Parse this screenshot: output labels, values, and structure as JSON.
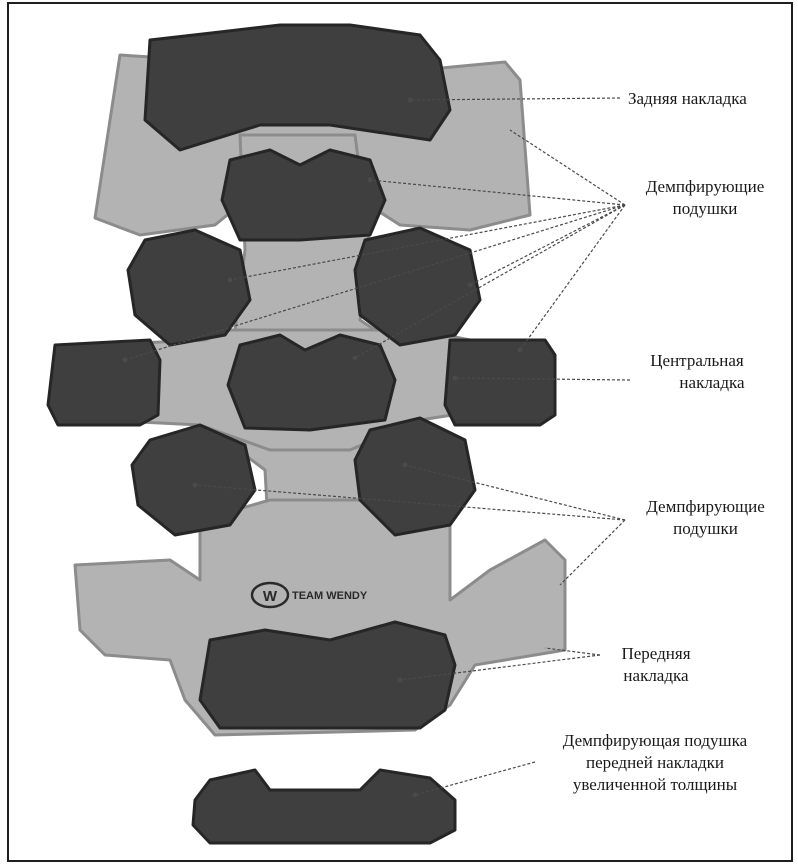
{
  "labels": {
    "rear_pad": "Задняя накладка",
    "damping_top": [
      "Демпфирующие",
      "подушки"
    ],
    "central_pad": [
      "Центральная",
      "накладка"
    ],
    "damping_bottom": [
      "Демпфирующие",
      "подушки"
    ],
    "front_pad": [
      "Передняя",
      "накладка"
    ],
    "front_thick": [
      "Демпфирующая подушка",
      "передней накладки",
      "увеличенной толщины"
    ]
  },
  "logo_text": "TEAM WENDY",
  "logo_letter": "W",
  "colors": {
    "frame": "#1e1e1e",
    "base": "#b3b3b3",
    "base_edge": "#8c8c8c",
    "pad": "#3f3f3f",
    "pad_edge": "#262626",
    "leader": "#4a4a4a"
  }
}
